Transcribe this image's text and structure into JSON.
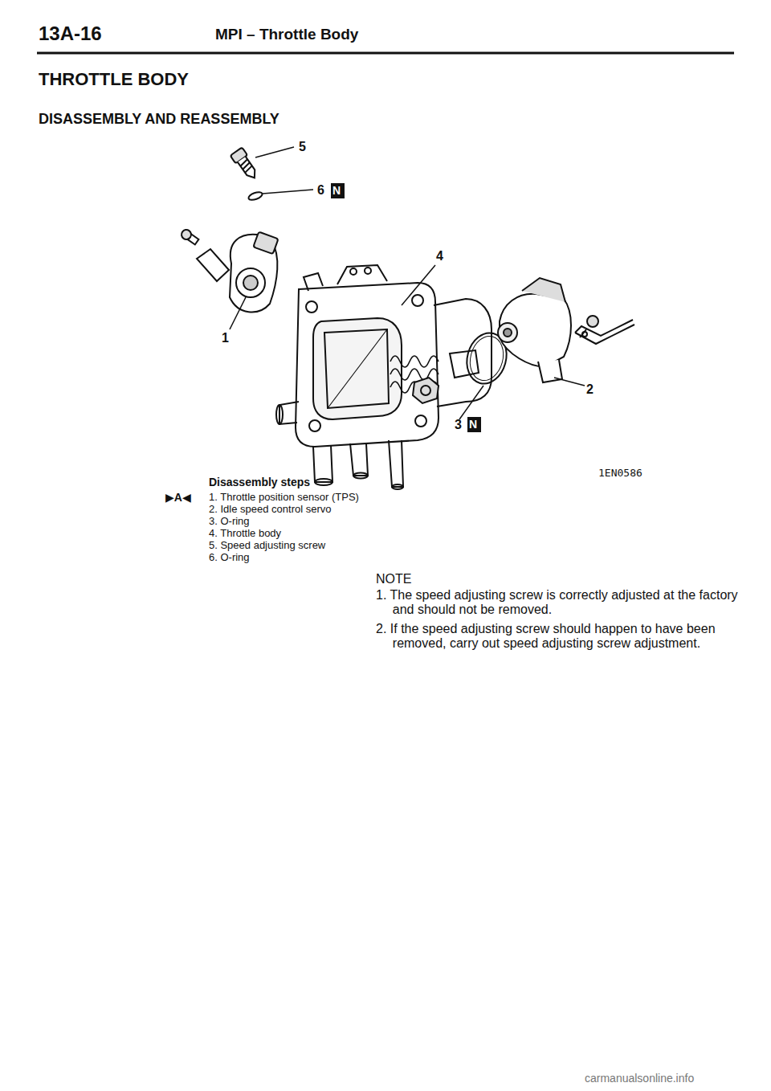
{
  "diagram": {
    "title": "THROTTLE BODY",
    "labels": [
      "13A-16",
      "MPI – Throttle Body",
      "DISASSEMBLY AND REASSEMBLY",
      "5",
      "6",
      "N",
      "4",
      "1",
      "2",
      "3",
      "N",
      "1EN0586",
      "Disassembly steps",
      "▶A◀",
      "1. Throttle position sensor (TPS)",
      "2. Idle speed control servo",
      "3. O-ring",
      "4. Throttle body",
      "5. Speed adjusting screw",
      "6. O-ring",
      "NOTE",
      "1. The speed adjusting screw is correctly adjusted at the factory and should not be removed.",
      "2. If the speed adjusting screw should happen to have been removed, carry out speed adjusting screw adjustment.",
      "carmanualsonline.info"
    ]
  }
}
